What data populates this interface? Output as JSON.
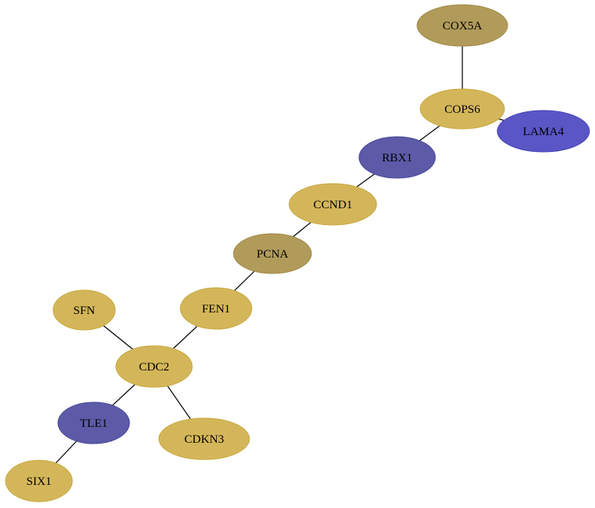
{
  "graph": {
    "colors": {
      "gold": "#d4b65a",
      "gold_stroke": "#c8a83e",
      "olive": "#b19b5a",
      "olive_stroke": "#a18a48",
      "indigo": "#5d5ba8",
      "indigo_stroke": "#4a4898",
      "blue": "#5a56c6",
      "blue_stroke": "#4844b8",
      "edge": "#000000"
    },
    "nodes": [
      {
        "id": "COX5A",
        "label": "COX5A",
        "color": "olive"
      },
      {
        "id": "COPS6",
        "label": "COPS6",
        "color": "gold"
      },
      {
        "id": "LAMA4",
        "label": "LAMA4",
        "color": "blue"
      },
      {
        "id": "RBX1",
        "label": "RBX1",
        "color": "indigo"
      },
      {
        "id": "CCND1",
        "label": "CCND1",
        "color": "gold"
      },
      {
        "id": "PCNA",
        "label": "PCNA",
        "color": "olive"
      },
      {
        "id": "FEN1",
        "label": "FEN1",
        "color": "gold"
      },
      {
        "id": "SFN",
        "label": "SFN",
        "color": "gold"
      },
      {
        "id": "CDC2",
        "label": "CDC2",
        "color": "gold"
      },
      {
        "id": "TLE1",
        "label": "TLE1",
        "color": "indigo"
      },
      {
        "id": "CDKN3",
        "label": "CDKN3",
        "color": "gold"
      },
      {
        "id": "SIX1",
        "label": "SIX1",
        "color": "gold"
      }
    ],
    "edges": [
      {
        "source": "COX5A",
        "target": "COPS6"
      },
      {
        "source": "COPS6",
        "target": "LAMA4"
      },
      {
        "source": "COPS6",
        "target": "RBX1"
      },
      {
        "source": "RBX1",
        "target": "CCND1"
      },
      {
        "source": "CCND1",
        "target": "PCNA"
      },
      {
        "source": "PCNA",
        "target": "FEN1"
      },
      {
        "source": "FEN1",
        "target": "CDC2"
      },
      {
        "source": "SFN",
        "target": "CDC2"
      },
      {
        "source": "CDC2",
        "target": "TLE1"
      },
      {
        "source": "CDC2",
        "target": "CDKN3"
      },
      {
        "source": "TLE1",
        "target": "SIX1"
      }
    ]
  }
}
